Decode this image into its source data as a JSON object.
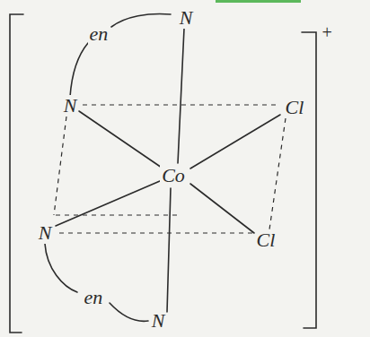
{
  "diagram": {
    "labels": [
      "N",
      "en",
      "N",
      "Cl",
      "Co",
      "N",
      "Cl",
      "en",
      "N",
      "+"
    ]
  }
}
